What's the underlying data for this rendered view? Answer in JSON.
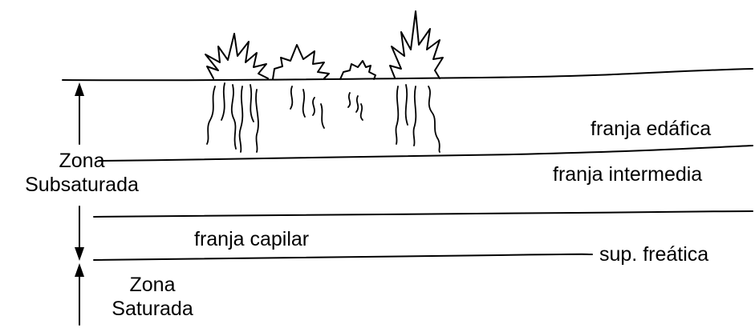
{
  "labels": {
    "franja_edafica": "franja edáfica",
    "franja_intermedia": "franja intermedia",
    "franja_capilar": "franja capilar",
    "sup_freatica": "sup. freática",
    "zona_subsaturada_1": "Zona",
    "zona_subsaturada_2": "Subsaturada",
    "zona_saturada_1": "Zona",
    "zona_saturada_2": "Saturada"
  },
  "colors": {
    "ink": "#000000",
    "background": "#ffffff"
  }
}
